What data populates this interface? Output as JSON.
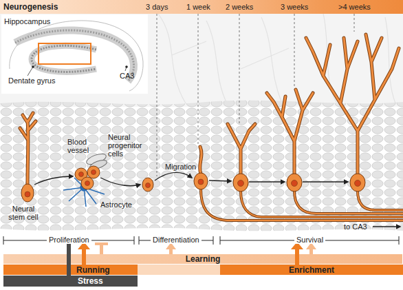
{
  "diagram": {
    "nodes": [
      {
        "text": [
          "Neurogenesis"
        ]
      },
      {
        "text": [
          "Learning"
        ]
      },
      {
        "text": [
          "Running"
        ]
      },
      {
        "text": [
          "Enrichment"
        ]
      },
      {
        "text": [
          "Stress"
        ]
      }
    ],
    "labels": [
      "3 days",
      "1 week",
      "2 weeks",
      "3 weeks",
      ">4 weeks",
      "Hippocampus",
      "Dentate gyrus",
      "CA3",
      "Neural stem cell",
      "Blood vessel",
      "Neural progenitor cells",
      "Astrocyte",
      "Migration",
      "to CA3",
      "Proliferation",
      "Differentiation",
      "Survival"
    ]
  }
}
